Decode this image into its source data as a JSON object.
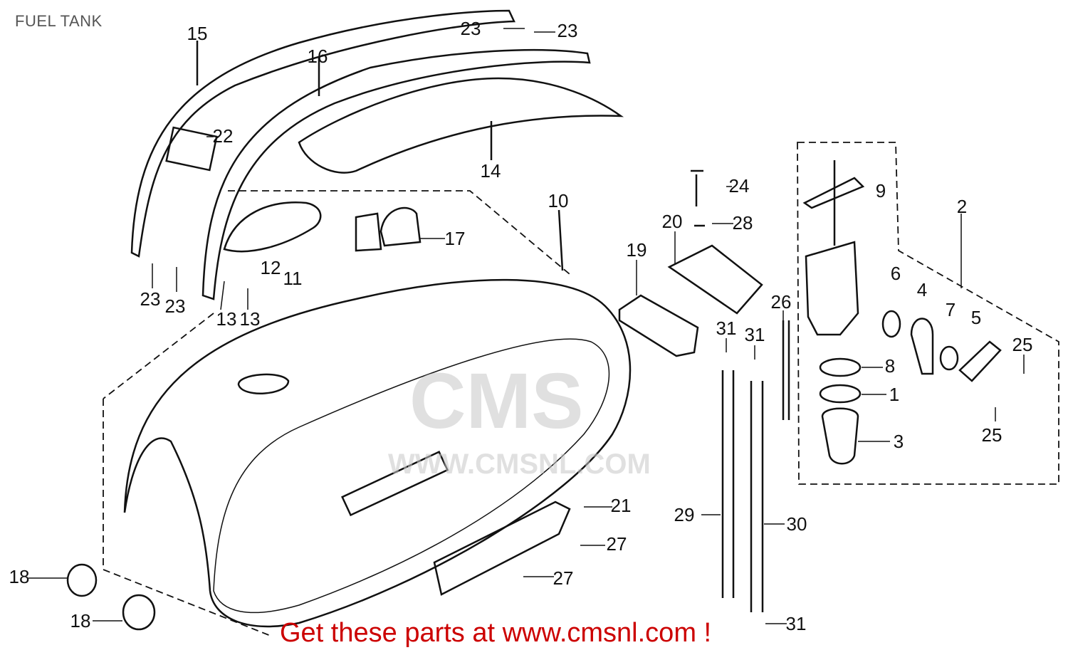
{
  "title": "FUEL TANK",
  "footer": "Get these parts at www.cmsnl.com !",
  "watermark": {
    "logo": "CMS",
    "url": "WWW.CMSNL.COM"
  },
  "callouts": [
    "15",
    "16",
    "23",
    "23",
    "22",
    "14",
    "10",
    "24",
    "9",
    "2",
    "20",
    "28",
    "17",
    "19",
    "12",
    "11",
    "6",
    "4",
    "7",
    "5",
    "26",
    "23",
    "23",
    "13",
    "13",
    "31",
    "31",
    "25",
    "8",
    "1",
    "25",
    "3",
    "21",
    "29",
    "30",
    "27",
    "27",
    "18",
    "18",
    "31"
  ]
}
